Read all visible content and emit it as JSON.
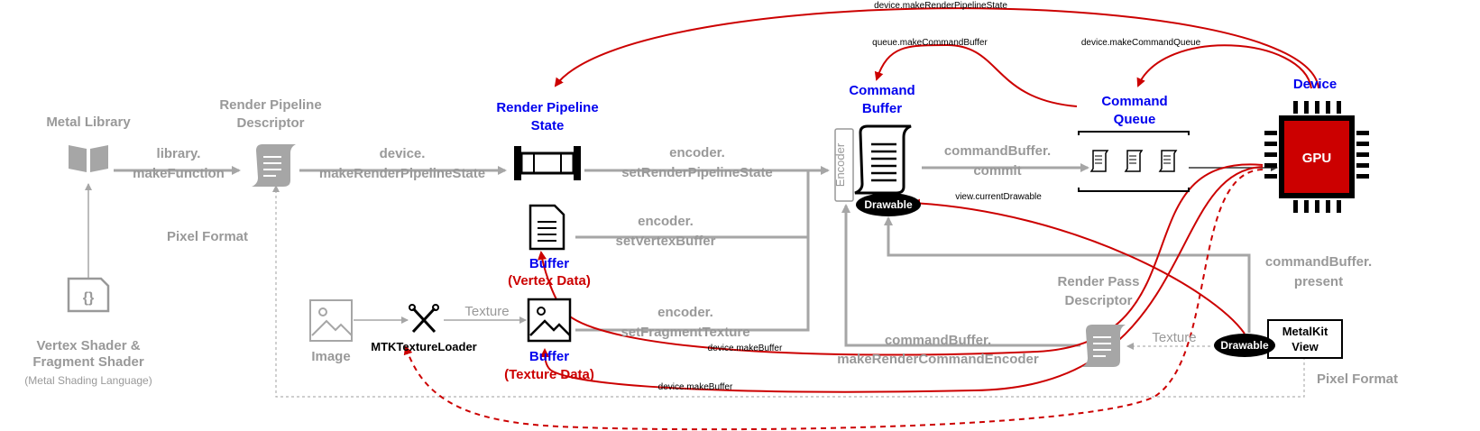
{
  "nodes": {
    "metal_library": "Metal Library",
    "rpd_line1": "Render Pipeline",
    "rpd_line2": "Descriptor",
    "rps_line1": "Render Pipeline",
    "rps_line2": "State",
    "cb_line1": "Command",
    "cb_line2": "Buffer",
    "encoder": "Encoder",
    "drawable": "Drawable",
    "cq_line1": "Command",
    "cq_line2": "Queue",
    "device": "Device",
    "gpu": "GPU",
    "buffer_vertex": "Buffer",
    "vertex_data": "(Vertex Data)",
    "buffer_texture": "Buffer",
    "texture_data": "(Texture Data)",
    "image": "Image",
    "mtk_loader": "MTKTextureLoader",
    "texture": "Texture",
    "shader_line1": "Vertex Shader &",
    "shader_line2": "Fragment Shader",
    "shader_line3": "(Metal Shading Language)",
    "pixel_format_left": "Pixel Format",
    "pixel_format_right": "Pixel Format",
    "rpassd_line1": "Render Pass",
    "rpassd_line2": "Descriptor",
    "texture_right": "Texture",
    "drawable_right": "Drawable",
    "mkview_line1": "MetalKit",
    "mkview_line2": "View"
  },
  "labels": {
    "library_make_fn_1": "library.",
    "library_make_fn_2": "makeFunction",
    "device_make_rps_1": "device.",
    "device_make_rps_2": "makeRenderPipelineState",
    "enc_set_rps_1": "encoder.",
    "enc_set_rps_2": "setRenderPipelineState",
    "enc_set_vb_1": "encoder.",
    "enc_set_vb_2": "setVertexBuffer",
    "enc_set_ft_1": "encoder.",
    "enc_set_ft_2": "setFragmentTexture",
    "cb_commit_1": "commandBuffer.",
    "cb_commit_2": "commit",
    "cb_present_1": "commandBuffer.",
    "cb_present_2": "present",
    "cb_mrce_1": "commandBuffer.",
    "cb_mrce_2": "makeRenderCommandEncoder",
    "top_make_rps": "device.makeRenderPipelineState",
    "queue_make_cb": "queue.makeCommandBuffer",
    "device_make_cq": "device.makeCommandQueue",
    "view_current_drawable": "view.currentDrawable",
    "device_make_buffer_1": "device.makeBuffer",
    "device_make_buffer_2": "device.makeBuffer"
  },
  "colors": {
    "gray": "#999999",
    "blue": "#0000ee",
    "red": "#cc0000",
    "gpu": "#cc0000"
  }
}
